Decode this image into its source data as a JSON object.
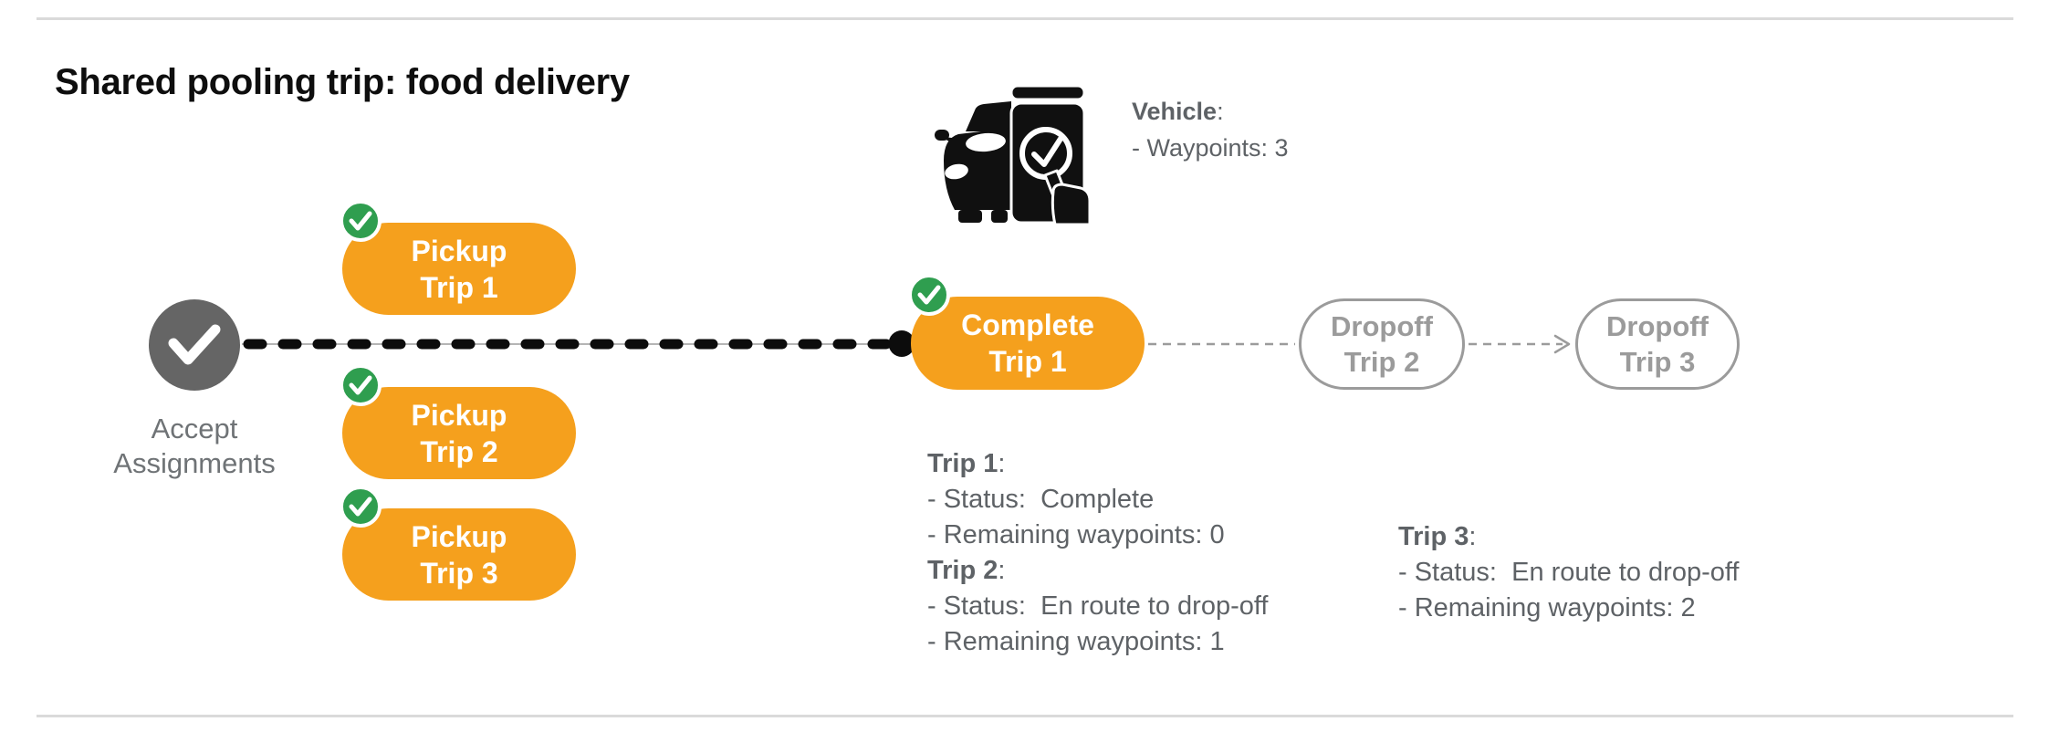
{
  "title": "Shared pooling trip: food delivery",
  "colors": {
    "orange": "#F5A01D",
    "green": "#2F9E4F",
    "circle-gray": "#656565",
    "ink": "#0E0E0E",
    "text-gray": "#5E6266",
    "label-gray": "#6F7376",
    "muted-gray": "#9B9B9B",
    "rule-gray": "#DADADA",
    "underlay-gray": "#B5B5B5"
  },
  "accept": {
    "line1": "Accept",
    "line2": "Assignments"
  },
  "pickups": [
    {
      "line1": "Pickup",
      "line2": "Trip 1"
    },
    {
      "line1": "Pickup",
      "line2": "Trip 2"
    },
    {
      "line1": "Pickup",
      "line2": "Trip 3"
    }
  ],
  "complete": {
    "line1": "Complete",
    "line2": "Trip 1"
  },
  "dropoffs": [
    {
      "line1": "Dropoff",
      "line2": "Trip 2"
    },
    {
      "line1": "Dropoff",
      "line2": "Trip 3"
    }
  ],
  "vehicle": {
    "name": "Vehicle",
    "colon": ":",
    "lines": [
      "- Waypoints: 3"
    ]
  },
  "trip_blocks": [
    {
      "name": "Trip 1",
      "colon": ":",
      "lines": [
        "- Status:  Complete",
        "- Remaining waypoints: 0"
      ]
    },
    {
      "name": "Trip 2",
      "colon": ":",
      "lines": [
        "- Status:  En route to drop-off",
        "- Remaining waypoints: 1"
      ]
    },
    {
      "name": "Trip 3",
      "colon": ":",
      "lines": [
        "- Status:  En route to drop-off",
        "- Remaining waypoints: 2"
      ]
    }
  ]
}
